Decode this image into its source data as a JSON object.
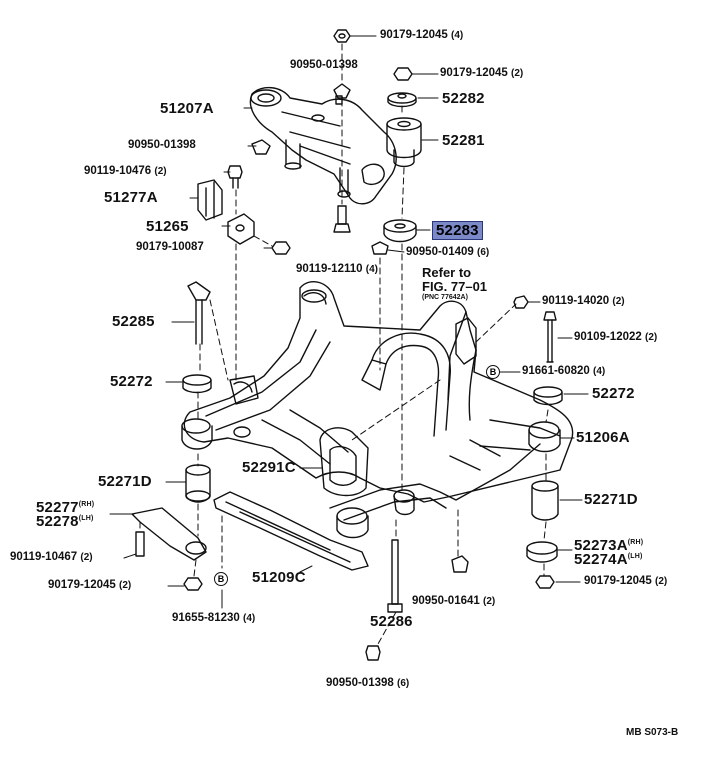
{
  "labels": {
    "p90179_12045_top": {
      "num": "90179-12045",
      "qty": "(4)"
    },
    "p90950_01398_top": {
      "num": "90950-01398"
    },
    "p90179_12045_r": {
      "num": "90179-12045",
      "qty": "(2)"
    },
    "p51207A": {
      "num": "51207A"
    },
    "p52282": {
      "num": "52282"
    },
    "p52281": {
      "num": "52281"
    },
    "p90950_01398_l": {
      "num": "90950-01398"
    },
    "p90119_10476": {
      "num": "90119-10476",
      "qty": "(2)"
    },
    "p51277A": {
      "num": "51277A"
    },
    "p51265": {
      "num": "51265"
    },
    "p90179_10087": {
      "num": "90179-10087"
    },
    "p52283": {
      "num": "52283"
    },
    "p90950_01409": {
      "num": "90950-01409",
      "qty": "(6)"
    },
    "p90119_12110": {
      "num": "90119-12110",
      "qty": "(4)"
    },
    "refer": {
      "line1": "Refer to",
      "line2": "FIG. 77–01",
      "line3": "(PNC 77642A)"
    },
    "p90119_14020": {
      "num": "90119-14020",
      "qty": "(2)"
    },
    "p52285": {
      "num": "52285"
    },
    "p90109_12022": {
      "num": "90109-12022",
      "qty": "(2)"
    },
    "p52272_l": {
      "num": "52272"
    },
    "p91661_60820": {
      "num": "91661-60820",
      "qty": "(4)"
    },
    "p52272_r": {
      "num": "52272"
    },
    "p51206A": {
      "num": "51206A"
    },
    "p52291C": {
      "num": "52291C"
    },
    "p52271D_l": {
      "num": "52271D"
    },
    "p52271D_r": {
      "num": "52271D"
    },
    "p52277": {
      "num": "52277",
      "side": "(RH)"
    },
    "p52278": {
      "num": "52278",
      "side": "(LH)"
    },
    "p52273A": {
      "num": "52273A",
      "side": "(RH)"
    },
    "p52274A": {
      "num": "52274A",
      "side": "(LH)"
    },
    "p90119_10467": {
      "num": "90119-10467",
      "qty": "(2)"
    },
    "p90179_12045_bl": {
      "num": "90179-12045",
      "qty": "(2)"
    },
    "p51209C": {
      "num": "51209C"
    },
    "p90950_01641": {
      "num": "90950-01641",
      "qty": "(2)"
    },
    "p90179_12045_br": {
      "num": "90179-12045",
      "qty": "(2)"
    },
    "p91655_81230": {
      "num": "91655-81230",
      "qty": "(4)"
    },
    "p52286": {
      "num": "52286"
    },
    "p90950_01398_b": {
      "num": "90950-01398",
      "qty": "(6)"
    },
    "figure_code": "MB S073-B"
  },
  "markers": {
    "b": "B"
  },
  "colors": {
    "highlight": "#7b89c9",
    "line": "#111111"
  }
}
